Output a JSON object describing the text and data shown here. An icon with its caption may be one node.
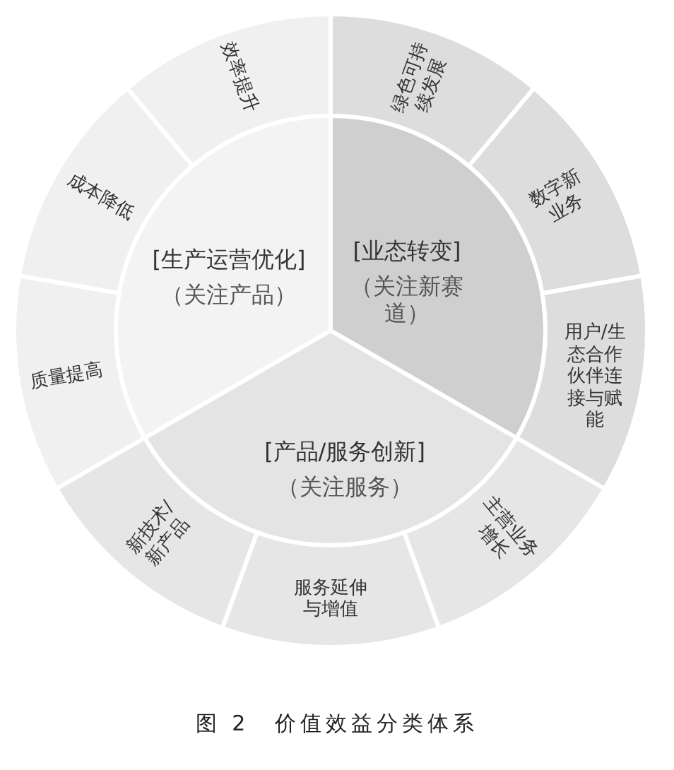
{
  "diagram": {
    "caption": "图 2　价值效益分类体系",
    "nodes": [
      {
        "text": [
          "效率提升"
        ]
      },
      {
        "text": [
          "绿色可持续发展"
        ]
      },
      {
        "text": [
          "数字新业务"
        ]
      },
      {
        "text": [
          "成本降低"
        ]
      },
      {
        "text": [
          "[生产运营优化]",
          "（关注产品）"
        ]
      },
      {
        "text": [
          "[业态转变]",
          "（关注新赛道）"
        ]
      },
      {
        "text": [
          "用户/生态合作伙伴连接与赋能"
        ]
      },
      {
        "text": [
          "质量提高"
        ]
      },
      {
        "text": [
          "[产品/服务创新]",
          "（关注服务）"
        ]
      },
      {
        "text": [
          "新技术/新产品"
        ]
      },
      {
        "text": [
          "主营业务增长"
        ]
      },
      {
        "text": [
          "服务延伸与增值"
        ]
      }
    ]
  }
}
